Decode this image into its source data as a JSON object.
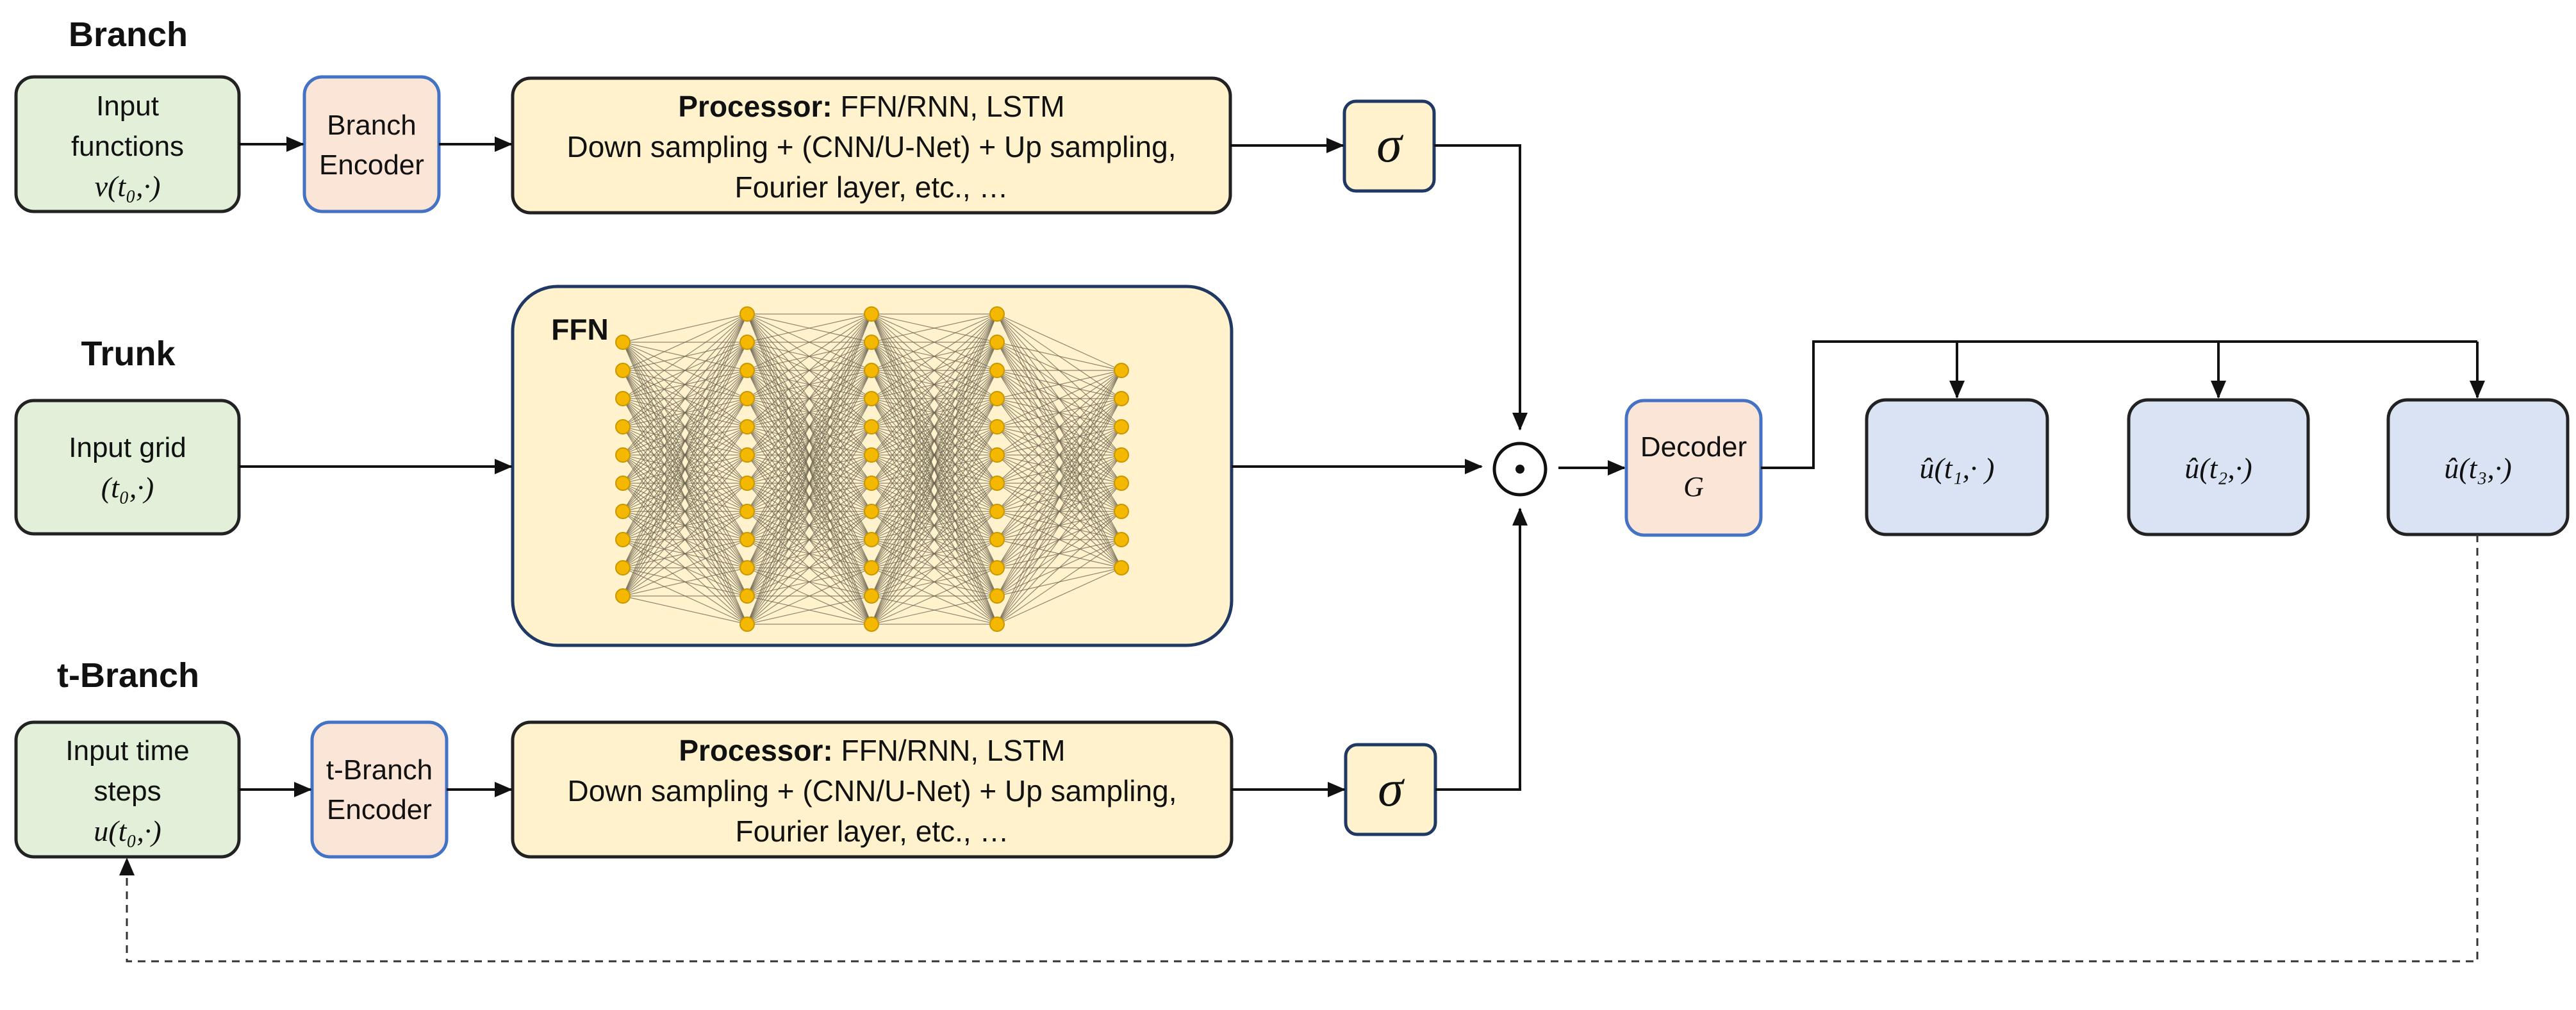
{
  "sections": {
    "branch": "Branch",
    "trunk": "Trunk",
    "tbranch": "t-Branch"
  },
  "branch": {
    "input": [
      "Input",
      "functions",
      "v(t₀,·)"
    ],
    "encoder": [
      "Branch",
      "Encoder"
    ],
    "processor": {
      "bold": "Processor:",
      "line1": " FFN/RNN, LSTM",
      "line2": "Down sampling + (CNN/U-Net) + Up sampling,",
      "line3": "Fourier layer, etc., …"
    },
    "activation": "σ"
  },
  "trunk": {
    "input": [
      "Input grid",
      "(t₀,·)"
    ],
    "ffn_label": "FFN",
    "ffn_layers": [
      10,
      12,
      12,
      12,
      8
    ]
  },
  "tbranch": {
    "input": [
      "Input time",
      "steps",
      "u(t₀,·)"
    ],
    "encoder": [
      "t-Branch",
      "Encoder"
    ],
    "processor": {
      "bold": "Processor:",
      "line1": " FFN/RNN, LSTM",
      "line2": "Down sampling + (CNN/U-Net) + Up sampling,",
      "line3": "Fourier layer, etc., …"
    },
    "activation": "σ"
  },
  "product_symbol": "⊙",
  "decoder": [
    "Decoder",
    "G"
  ],
  "outputs": [
    "û(t₁,· )",
    "û(t₂,·)",
    "û(t₃,·)"
  ],
  "colors": {
    "green_fill": "#e2efd9",
    "pink_fill": "#fbe5d6",
    "yellow_fill": "#fff2cc",
    "blue_fill": "#dae3f3",
    "blue_border": "#4472c4",
    "dark_border": "#222222",
    "node_fill": "#f5b800",
    "node_stroke": "#c89600"
  }
}
